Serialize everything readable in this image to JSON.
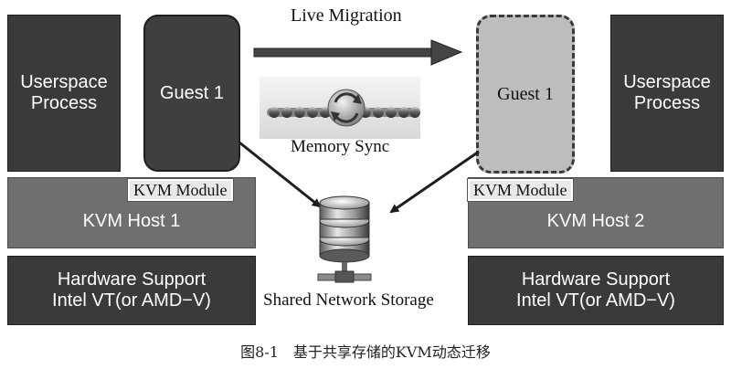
{
  "migration": {
    "label": "Live Migration"
  },
  "memory_sync": {
    "label": "Memory Sync"
  },
  "storage": {
    "label": "Shared Network Storage"
  },
  "left": {
    "userspace": "Userspace\nProcess",
    "guest": "Guest 1",
    "kvm_module": "KVM Module",
    "host": "KVM Host 1",
    "hardware": "Hardware Support\nIntel VT(or AMD−V)"
  },
  "right": {
    "userspace": "Userspace\nProcess",
    "guest": "Guest 1",
    "kvm_module": "KVM Module",
    "host": "KVM Host 2",
    "hardware": "Hardware Support\nIntel VT(or AMD−V)"
  },
  "caption": "图8-1　基于共享存储的KVM动态迁移",
  "colors": {
    "dark_block": "#3a3a3a",
    "host_block": "#6f6f6f",
    "guest_target": "#bdbdbd"
  }
}
